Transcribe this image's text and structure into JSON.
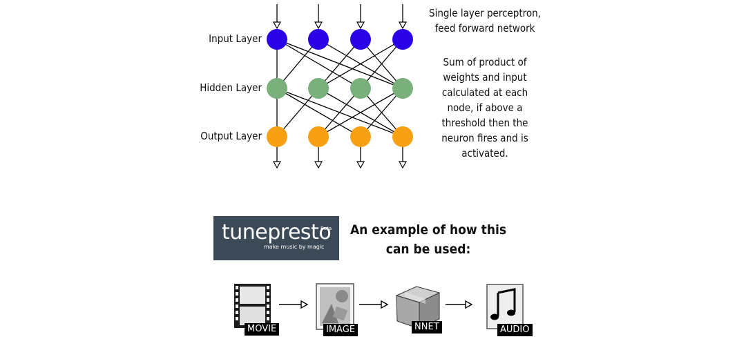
{
  "network": {
    "layers": [
      {
        "label": "Input Layer",
        "color": "#2a00e6"
      },
      {
        "label": "Hidden Layer",
        "color": "#79b07c"
      },
      {
        "label": "Output Layer",
        "color": "#f7a014"
      }
    ],
    "nodes_per_layer": 4
  },
  "description": {
    "line1": "Single layer perceptron,",
    "line2": "feed forward network",
    "para2": [
      "Sum of product of",
      "weights and input",
      "calculated at each",
      "node, if above a",
      "threshold then the",
      "neuron fires and is",
      "activated."
    ]
  },
  "logo": {
    "wordmark": "tunepresto",
    "badge": "Beta",
    "tagline": "make music by magic",
    "color": "#3c4a57"
  },
  "example_heading": [
    "An example of how this",
    "can be used:"
  ],
  "pipeline": [
    {
      "label": "MOVIE",
      "icon": "film-icon"
    },
    {
      "label": "IMAGE",
      "icon": "image-icon"
    },
    {
      "label": "NNET",
      "icon": "box-icon"
    },
    {
      "label": "AUDIO",
      "icon": "music-note-icon"
    }
  ]
}
